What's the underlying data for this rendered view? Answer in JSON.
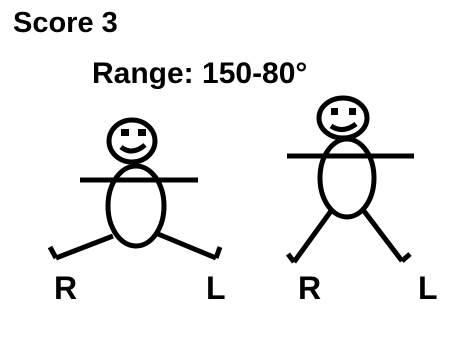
{
  "header": {
    "score_label": "Score 3",
    "range_label": "Range: 150-80°"
  },
  "figures": [
    {
      "right_label": "R",
      "left_label": "L"
    },
    {
      "right_label": "R",
      "left_label": "L"
    }
  ],
  "colors": {
    "ink": "#000000",
    "background": "#ffffff"
  }
}
